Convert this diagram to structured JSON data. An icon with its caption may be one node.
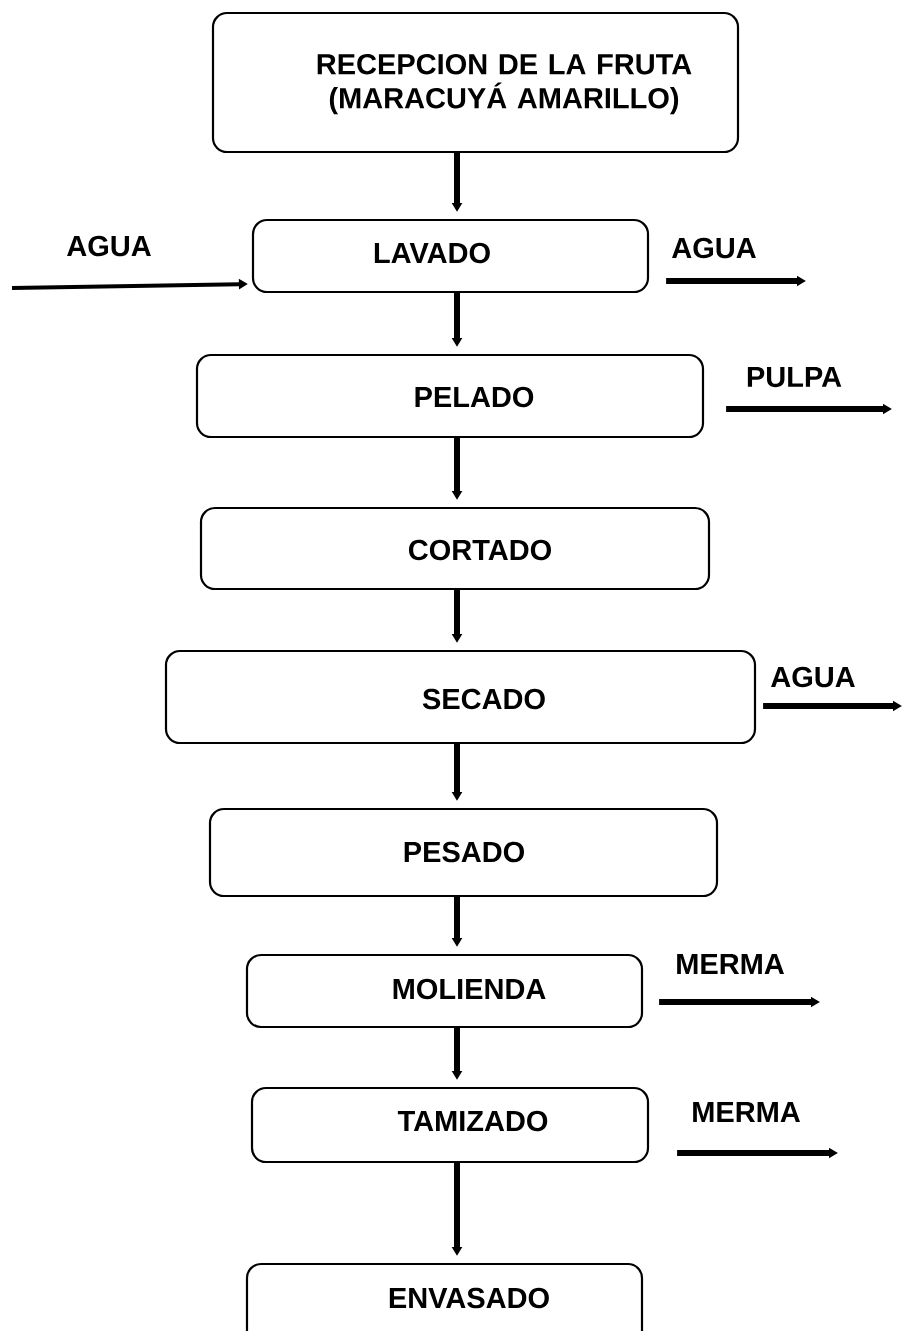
{
  "diagram": {
    "nodes": [
      {
        "text": [
          "RECEPCION DE LA FRUTA (MARACUYÁ AMARILLO)"
        ]
      },
      {
        "text": [
          "LAVADO"
        ]
      },
      {
        "text": [
          "PELADO"
        ]
      },
      {
        "text": [
          "CORTADO"
        ]
      },
      {
        "text": [
          "SECADO"
        ]
      },
      {
        "text": [
          "PESADO"
        ]
      },
      {
        "text": [
          "MOLIENDA"
        ]
      },
      {
        "text": [
          "TAMIZADO"
        ]
      },
      {
        "text": [
          "ENVASADO"
        ]
      }
    ],
    "edges": [
      {
        "from": 0,
        "to": 1,
        "arrow": "to"
      },
      {
        "from": 1,
        "to": 2,
        "arrow": "to"
      },
      {
        "from": 2,
        "to": 3,
        "arrow": "to"
      },
      {
        "from": 3,
        "to": 4,
        "arrow": "to"
      },
      {
        "from": 4,
        "to": 5,
        "arrow": "to"
      },
      {
        "from": 5,
        "to": 6,
        "arrow": "to"
      },
      {
        "from": 6,
        "to": 7,
        "arrow": "to"
      },
      {
        "from": 7,
        "to": 8,
        "arrow": "to"
      },
      {
        "from": null,
        "to": 1,
        "arrow": "to",
        "label": "AGUA"
      },
      {
        "from": 1,
        "to": null,
        "arrow": "to",
        "label": "AGUA"
      },
      {
        "from": 2,
        "to": null,
        "arrow": "to",
        "label": "PULPA"
      },
      {
        "from": 4,
        "to": null,
        "arrow": "to",
        "label": "AGUA"
      },
      {
        "from": 6,
        "to": null,
        "arrow": "to",
        "label": "MERMA"
      },
      {
        "from": 7,
        "to": null,
        "arrow": "to",
        "label": "MERMA"
      }
    ]
  }
}
